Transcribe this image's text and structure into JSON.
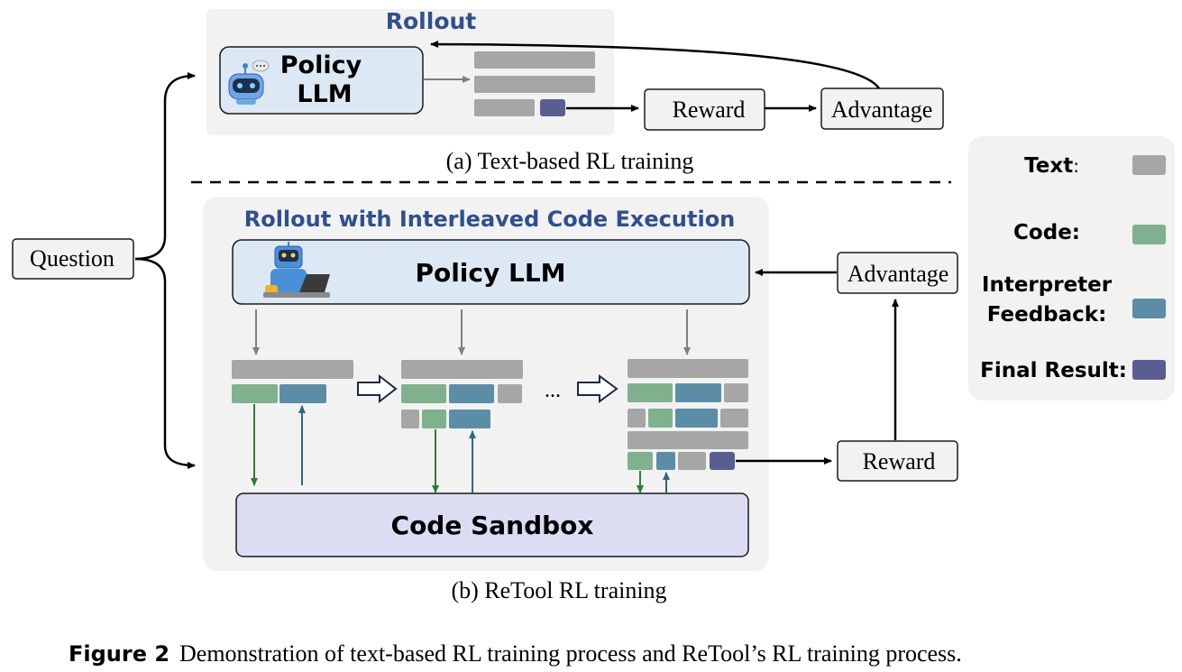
{
  "panel_a": {
    "header": "Rollout",
    "policy_line1": "Policy",
    "policy_line2": "LLM",
    "reward": "Reward",
    "advantage": "Advantage",
    "caption": "(a) Text-based RL training"
  },
  "question": "Question",
  "panel_b": {
    "header": "Rollout with Interleaved Code Execution",
    "policy": "Policy LLM",
    "sandbox": "Code Sandbox",
    "ellipsis": "...",
    "advantage": "Advantage",
    "reward": "Reward",
    "caption": "(b) ReTool RL training"
  },
  "legend": {
    "text_label": "Text",
    "text_colon": ":",
    "code_label": "Code:",
    "interp_line1": "Interpreter",
    "interp_line2": "Feedback:",
    "final_label": "Final Result:"
  },
  "figure_caption": {
    "label": "Figure 2",
    "text": "Demonstration of text-based RL training process and ReTool’s RL training process."
  },
  "colors": {
    "text_block": "#a6a6a6",
    "code_block": "#7fb18e",
    "feedback_block": "#5b8ea6",
    "final_block": "#5a5d91",
    "panel_bg": "#f2f2f2",
    "policy_fill": "#dce9f5",
    "sandbox_fill": "#dcdcf2",
    "header_blue": "#2f4f8f",
    "down_arrow_green": "#2e7d32",
    "up_arrow_teal": "#2c6a80"
  }
}
